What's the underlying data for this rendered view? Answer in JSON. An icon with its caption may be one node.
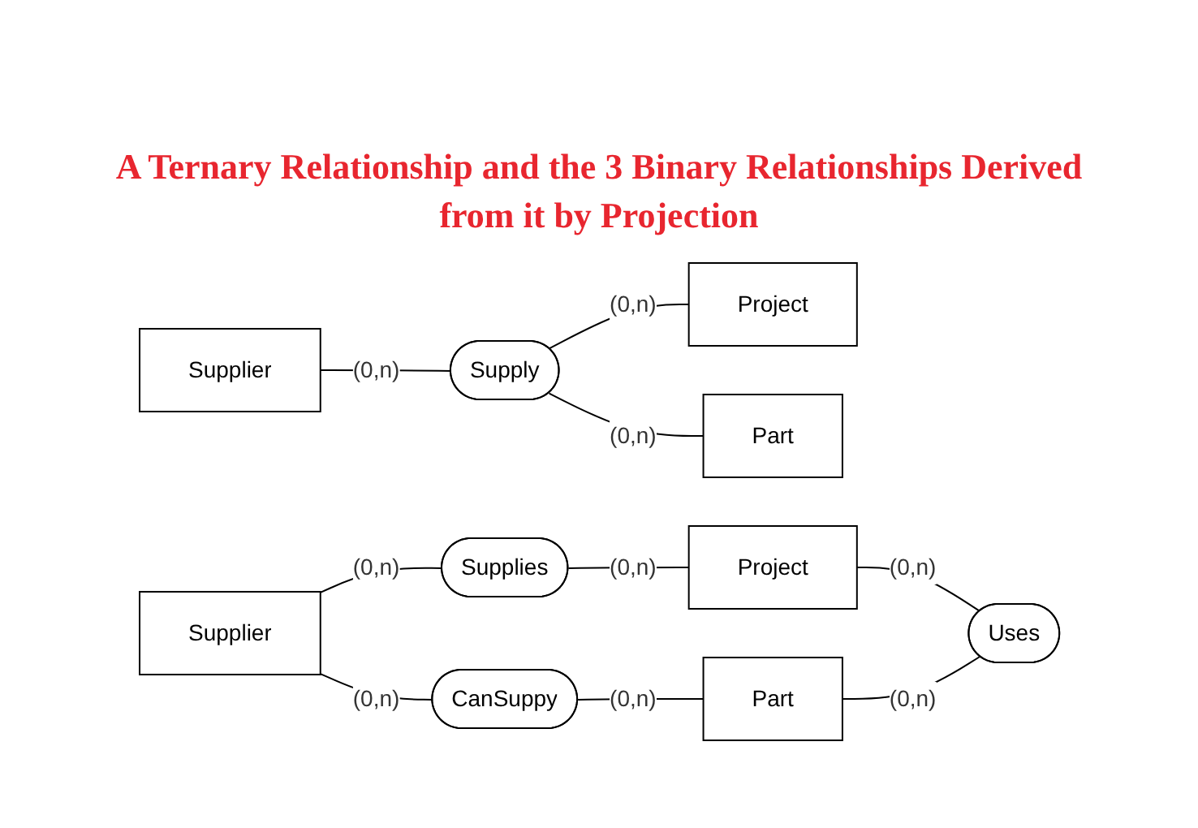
{
  "diagram": {
    "title": "A Ternary Relationship and the 3 Binary Relationships Derived from it by Projection",
    "nodes": [
      {
        "text": [
          "Supplier"
        ]
      },
      {
        "text": [
          "Supply"
        ]
      },
      {
        "text": [
          "Project"
        ]
      },
      {
        "text": [
          "Part"
        ]
      },
      {
        "text": [
          "Supplier"
        ]
      },
      {
        "text": [
          "Supplies"
        ]
      },
      {
        "text": [
          "Project"
        ]
      },
      {
        "text": [
          "CanSuppy"
        ]
      },
      {
        "text": [
          "Part"
        ]
      },
      {
        "text": [
          "Uses"
        ]
      }
    ],
    "edges": [
      {
        "from": 0,
        "to": 1,
        "arrow": "none",
        "label": "(0,n)"
      },
      {
        "from": 1,
        "to": 2,
        "arrow": "none",
        "label": "(0,n)"
      },
      {
        "from": 1,
        "to": 3,
        "arrow": "none",
        "label": "(0,n)"
      },
      {
        "from": 4,
        "to": 5,
        "arrow": "none",
        "label": "(0,n)"
      },
      {
        "from": 5,
        "to": 6,
        "arrow": "none",
        "label": "(0,n)"
      },
      {
        "from": 4,
        "to": 7,
        "arrow": "none",
        "label": "(0,n)"
      },
      {
        "from": 7,
        "to": 8,
        "arrow": "none",
        "label": "(0,n)"
      },
      {
        "from": 6,
        "to": 9,
        "arrow": "none",
        "label": "(0,n)"
      },
      {
        "from": 8,
        "to": 9,
        "arrow": "none",
        "label": "(0,n)"
      }
    ]
  }
}
